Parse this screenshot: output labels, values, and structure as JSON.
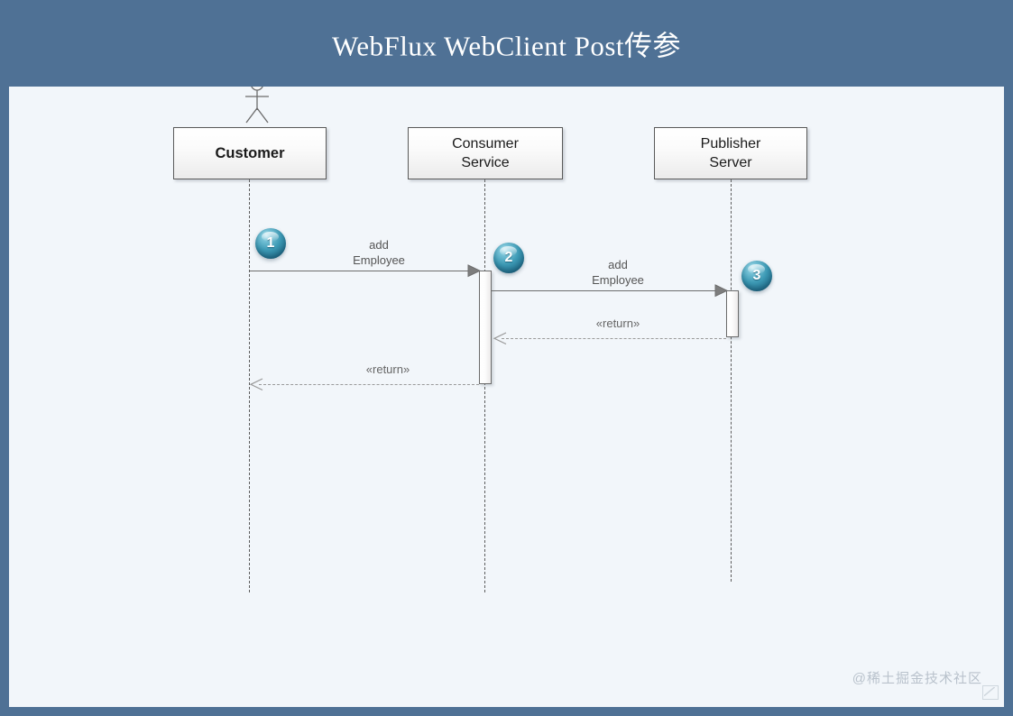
{
  "title": "WebFlux WebClient Post传参",
  "colors": {
    "frame_blue": "#4f7195",
    "canvas": "#f2f6fa",
    "badge_teal": "#2e8ba8",
    "line_gray": "#6d6d6d",
    "watermark_gray": "#b9c2cc"
  },
  "diagram": {
    "type": "uml-sequence-diagram",
    "participants": [
      {
        "id": "customer",
        "label": "Customer",
        "has_actor_figure": true,
        "bold": true
      },
      {
        "id": "consumer-service",
        "label": "Consumer\nService",
        "label_line1": "Consumer",
        "label_line2": "Service",
        "has_actor_figure": false,
        "bold": false
      },
      {
        "id": "publisher-server",
        "label": "Publisher\nServer",
        "label_line1": "Publisher",
        "label_line2": "Server",
        "has_actor_figure": false,
        "bold": false
      }
    ],
    "messages": [
      {
        "seq": 1,
        "from": "customer",
        "to": "consumer-service",
        "label_line1": "add",
        "label_line2": "Employee",
        "kind": "call",
        "style": "solid"
      },
      {
        "seq": 2,
        "from": "consumer-service",
        "to": "publisher-server",
        "label_line1": "add",
        "label_line2": "Employee",
        "kind": "call",
        "style": "solid"
      },
      {
        "seq": 3,
        "from": "publisher-server",
        "to": "consumer-service",
        "label_line1": "«return»",
        "label_line2": "",
        "kind": "return",
        "style": "dashed"
      },
      {
        "seq": 4,
        "from": "consumer-service",
        "to": "customer",
        "label_line1": "«return»",
        "label_line2": "",
        "kind": "return",
        "style": "dashed"
      }
    ],
    "badges": [
      {
        "number": "1",
        "near": "customer-lifeline"
      },
      {
        "number": "2",
        "near": "consumer-service-lifeline"
      },
      {
        "number": "3",
        "near": "publisher-server-lifeline"
      }
    ]
  },
  "watermark": "@稀土掘金技术社区"
}
